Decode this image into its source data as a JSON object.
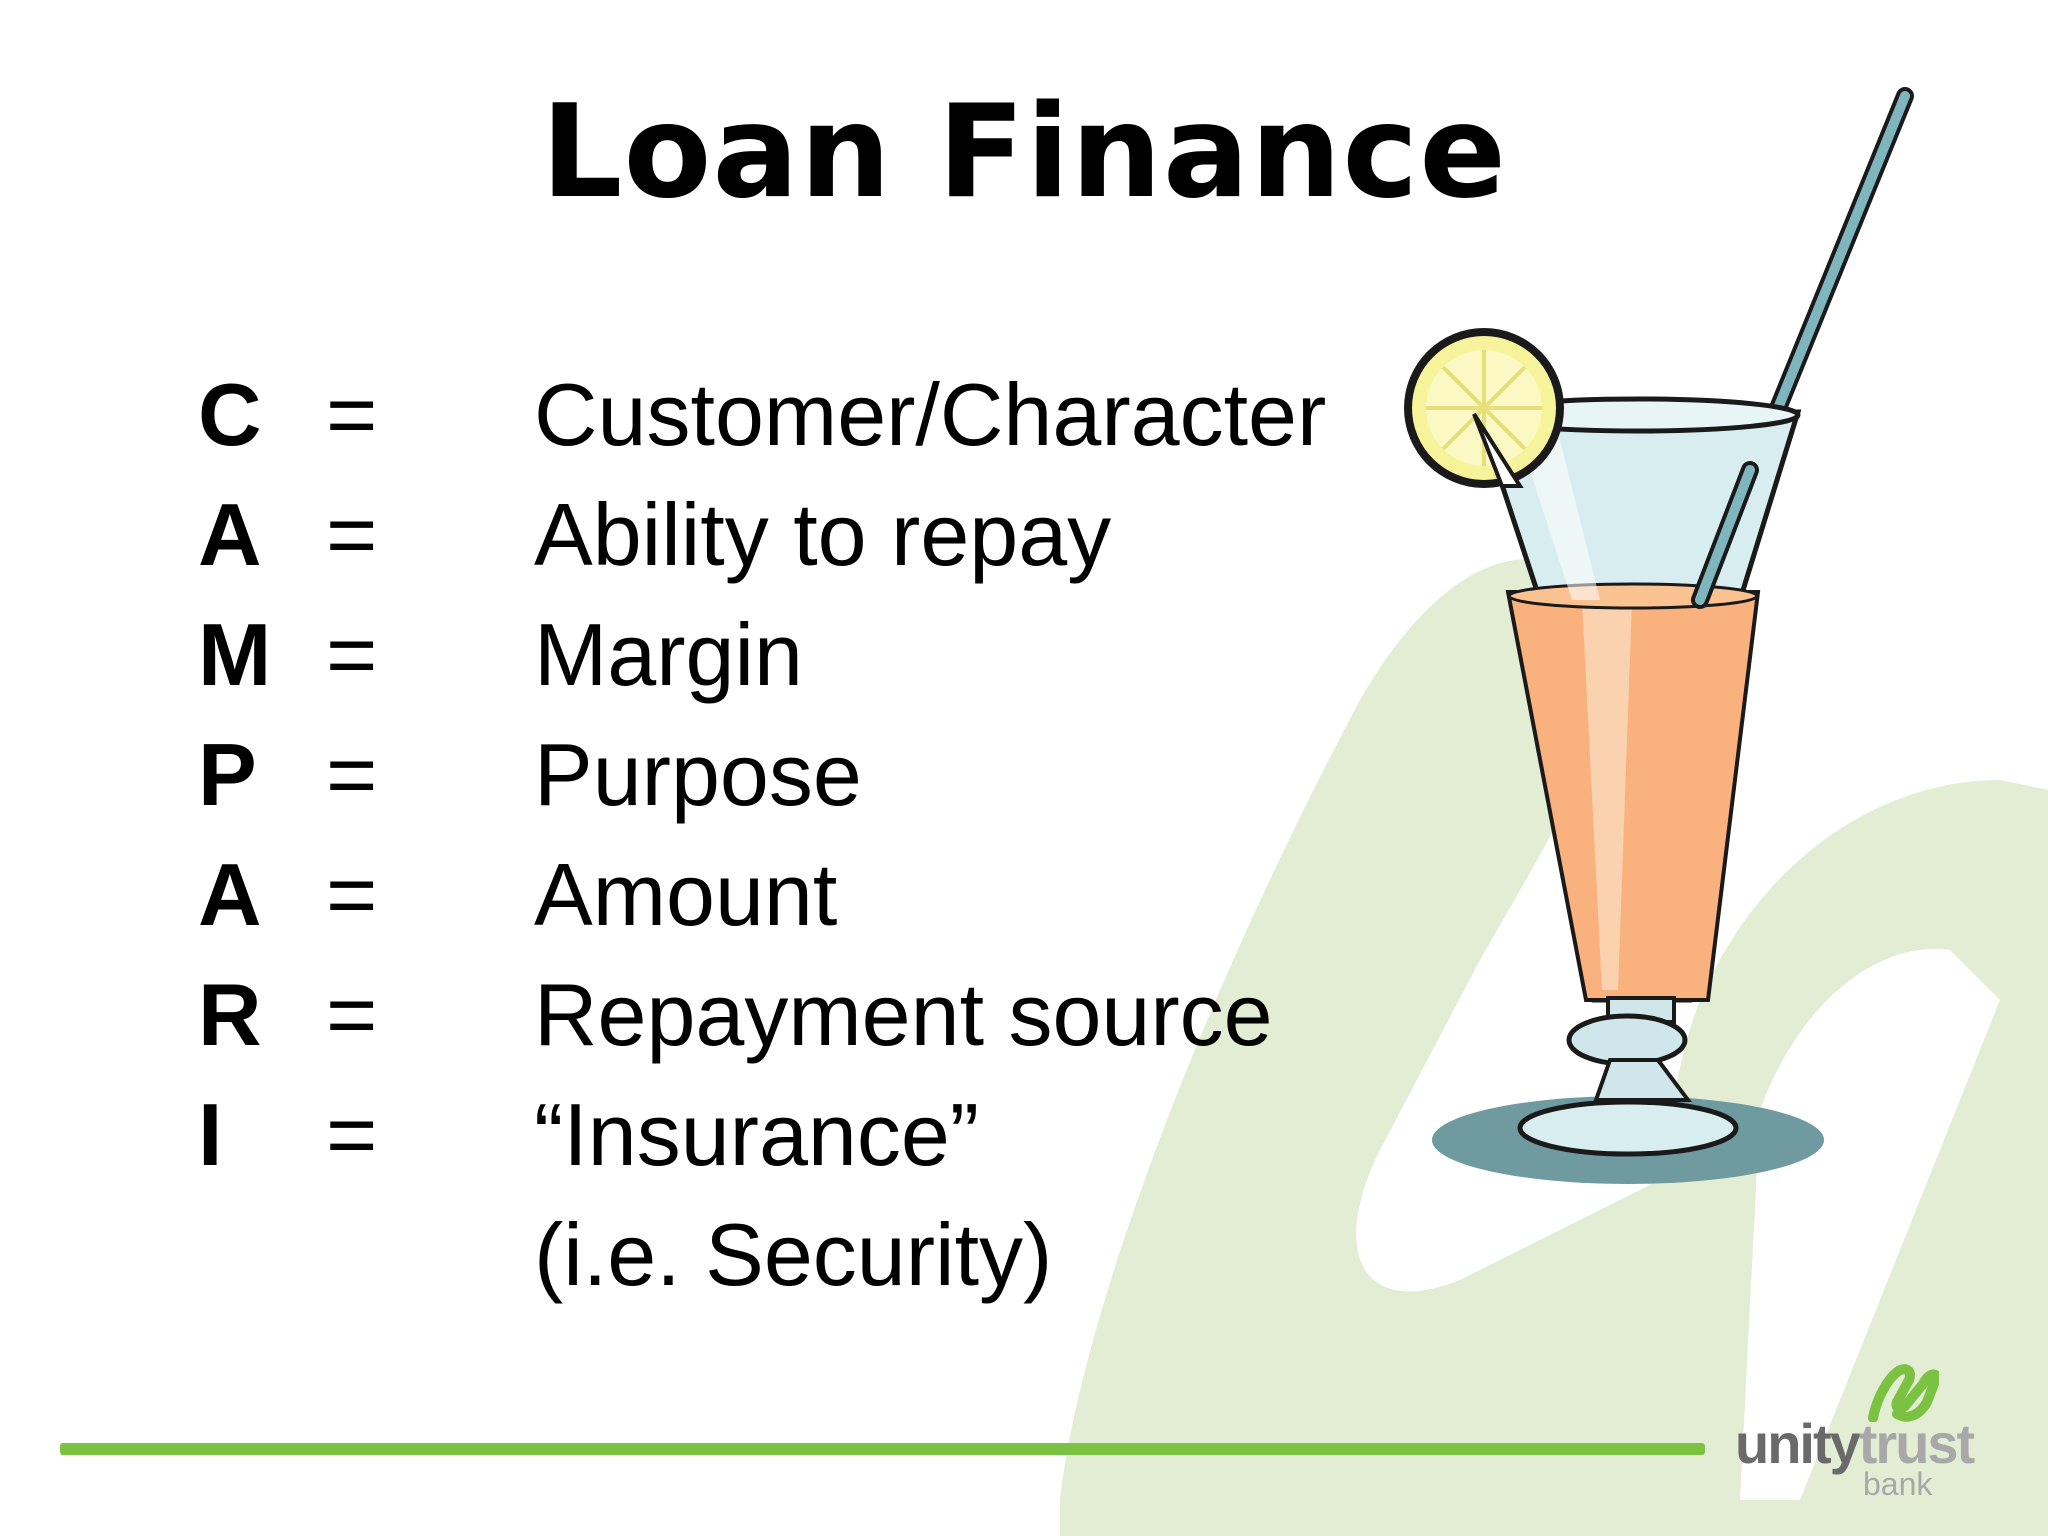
{
  "slide": {
    "title": "Loan Finance",
    "items": [
      {
        "letter": "C",
        "eq": "=",
        "desc": "Customer/Character"
      },
      {
        "letter": "A",
        "eq": "=",
        "desc": "Ability to repay"
      },
      {
        "letter": "M",
        "eq": "=",
        "desc": "Margin"
      },
      {
        "letter": "P",
        "eq": "=",
        "desc": "Purpose"
      },
      {
        "letter": "A",
        "eq": "=",
        "desc": "Amount"
      },
      {
        "letter": "R",
        "eq": "=",
        "desc": "Repayment source"
      },
      {
        "letter": "I",
        "eq": "=",
        "desc": "“Insurance”"
      },
      {
        "letter": "",
        "eq": "",
        "desc": "(i.e. Security)"
      }
    ]
  },
  "brand": {
    "word_part1": "unity",
    "word_part2": "trust",
    "sub": "bank"
  },
  "colors": {
    "accent_green": "#7bc242",
    "watermark_green": "#e3edd3",
    "drink_orange": "#f9b27e",
    "glass_blue": "#cfe7ea",
    "lemon_yellow": "#f6f39a"
  },
  "icons": [
    "cocktail-glass-clipart",
    "unity-trust-logo-icon",
    "background-logo-watermark"
  ]
}
